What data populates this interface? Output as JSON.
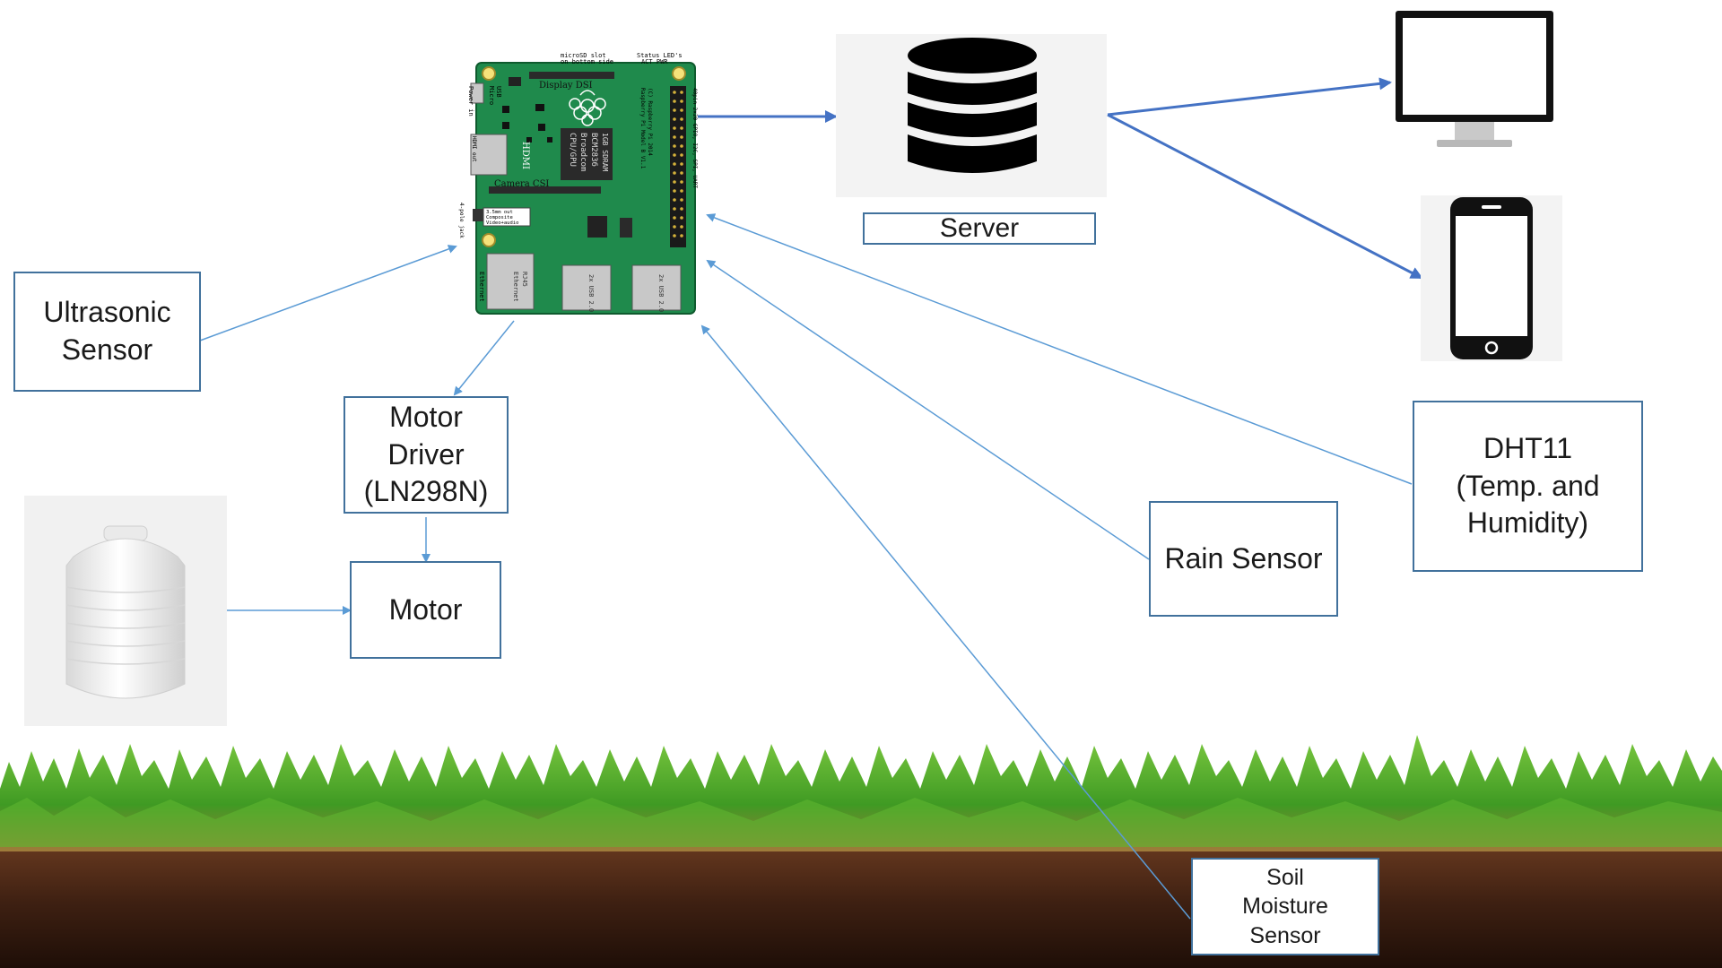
{
  "labels": {
    "server": "Server",
    "ultrasonic": "Ultrasonic\nSensor",
    "motor_driver": "Motor\nDriver\n(LN298N)",
    "motor": "Motor",
    "rain": "Rain Sensor",
    "dht11": "DHT11\n(Temp. and\nHumidity)",
    "soil": "Soil\nMoisture\nSensor"
  },
  "board": {
    "silkscreen": {
      "sd_slot": "microSD slot\non bottom side",
      "status_leds": "Status LED's\nACT PWR",
      "display": "Display DSI",
      "camera": "Camera CSI",
      "hdmi": "HDMI",
      "hdmi_out": "HDMI out",
      "power": "Power in",
      "usb_micro": "Micro\nUSB",
      "audio": "3.5mm out\nComposite\nVideo+audio",
      "audio_jack": "4-pole jack",
      "cpu": "CPU/GPU\nBroadcom\nBCM2836\n1GB SDRAM",
      "model": "Raspberry Pi Model B V1.1\n(C) Raspberry Pi 2014",
      "gpio": "40pin 2x20 GPIO, I2C, SPI, UART",
      "ethernet": "Ethernet\nRJ45",
      "ethernet_side": "Ethernet",
      "usb1": "2x USB 2.0",
      "usb2": "2x USB 2.0"
    }
  },
  "colors": {
    "box_border": "#41719c",
    "arrow_thin": "#5b9bd5",
    "arrow_thick": "#4472c4",
    "pcb": "#1f8a4c",
    "soil": "#3b1f12",
    "grass": "#3f9a23"
  },
  "icons": [
    "database-icon",
    "monitor-icon",
    "smartphone-icon",
    "water-tank-icon",
    "raspberry-pi-board"
  ]
}
